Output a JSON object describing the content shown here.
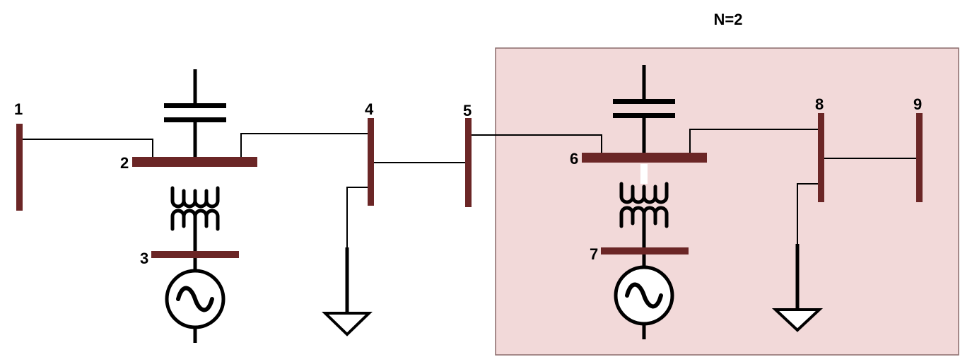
{
  "title": "N=2",
  "buses": [
    {
      "id": "1",
      "label": "1"
    },
    {
      "id": "2",
      "label": "2"
    },
    {
      "id": "3",
      "label": "3"
    },
    {
      "id": "4",
      "label": "4"
    },
    {
      "id": "5",
      "label": "5"
    },
    {
      "id": "6",
      "label": "6"
    },
    {
      "id": "7",
      "label": "7"
    },
    {
      "id": "8",
      "label": "8"
    },
    {
      "id": "9",
      "label": "9"
    }
  ],
  "colors": {
    "bus": "#6b2626",
    "highlight_fill": "#f2d9d9",
    "highlight_border": "#8a6a6a",
    "line": "#000000"
  },
  "icons": [
    "capacitor-icon",
    "transformer-icon",
    "generator-icon",
    "ground-icon"
  ]
}
